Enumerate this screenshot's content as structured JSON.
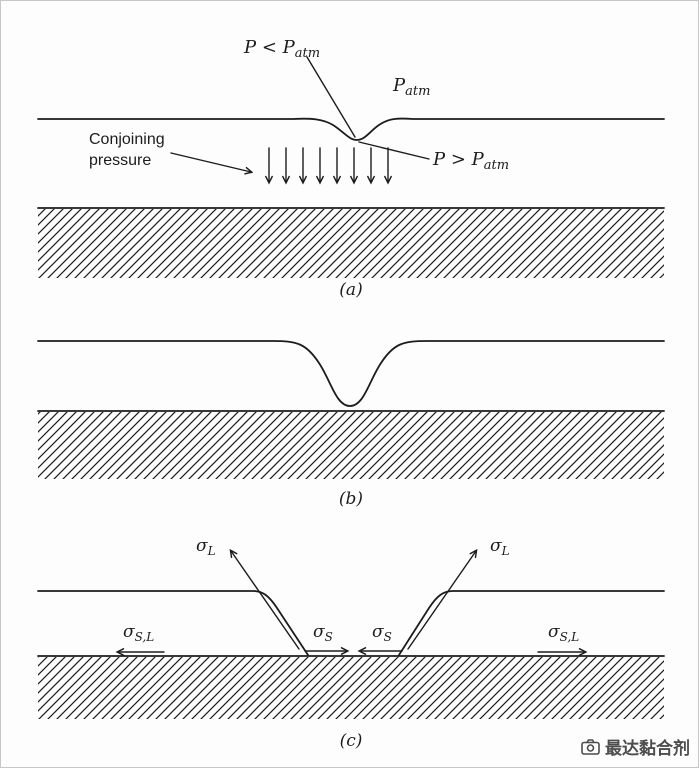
{
  "figure": {
    "panel_a": {
      "caption": "(a)",
      "p_less_main": "P < P",
      "p_less_sub": "atm",
      "p_atm_main": "P",
      "p_atm_sub": "atm",
      "p_greater_main": "P > P",
      "p_greater_sub": "atm",
      "conjoining_line1": "Conjoining",
      "conjoining_line2": "pressure"
    },
    "panel_b": {
      "caption": "(b)"
    },
    "panel_c": {
      "caption": "(c)",
      "sigma_l_main": "σ",
      "sigma_l_sub": "L",
      "sigma_s_main": "σ",
      "sigma_s_sub": "S",
      "sigma_sl_main": "σ",
      "sigma_sl_sub": "S,L"
    }
  },
  "watermark": {
    "text": "最达黏合剂"
  },
  "colors": {
    "ink": "#1c1c1c",
    "background": "#fdfdfd",
    "border": "#c6c6c6",
    "watermark": "#4d4d4d"
  }
}
